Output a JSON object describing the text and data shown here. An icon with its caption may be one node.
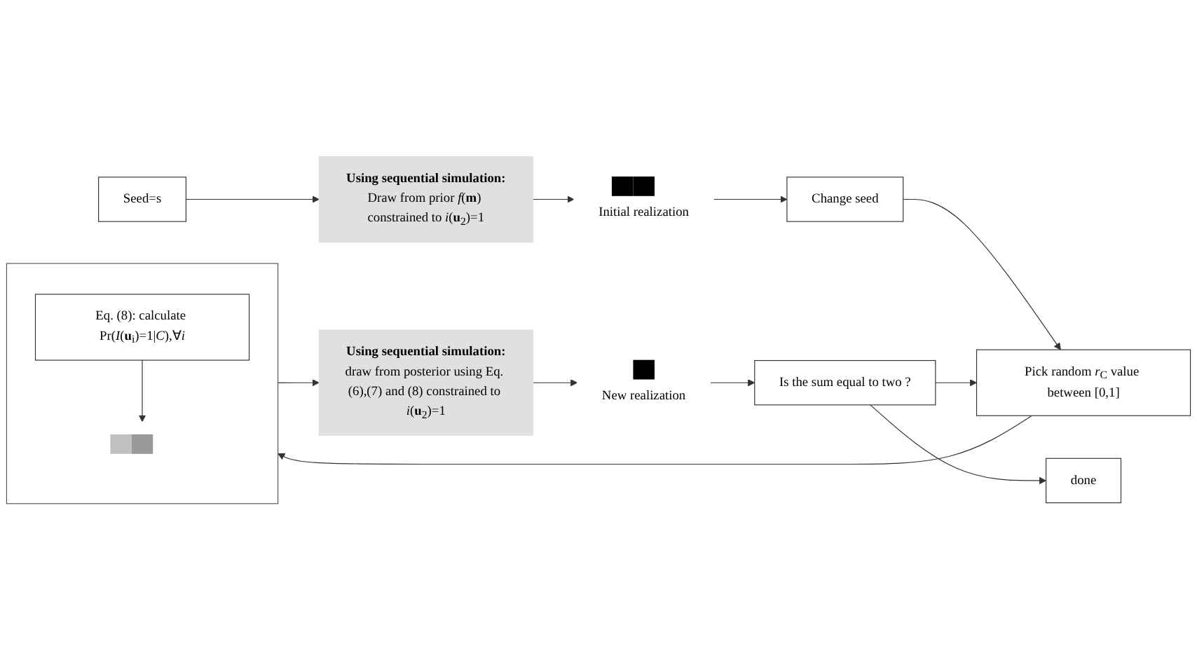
{
  "diagram": {
    "nodes": [
      {
        "text": [
          "Seed=s"
        ]
      },
      {
        "text": [
          "Using sequential simulation:",
          "Draw from prior *f*(**m**) constrained to *i*(**u**$_{2}$)=1"
        ]
      },
      {
        "text": [
          "Initial realization"
        ]
      },
      {
        "text": [
          "Change seed"
        ]
      },
      {
        "text": [
          "Pick random *r*$_{C}$ value between [0,1]"
        ]
      },
      {
        "text": [],
        "shape": "box"
      },
      {
        "text": [
          "Eq. (8): calculate Pr(*I*(**u**$_{i}$)=1|*C*),∀*i*"
        ],
        "in": 5
      },
      {
        "text": [],
        "shape": "picture",
        "in": 5
      },
      {
        "text": [
          "Using sequential simulation:",
          "draw from posterior using Eq. (6),(7) and (8) constrained to *i*(**u**$_{2}$)=1"
        ]
      },
      {
        "text": [
          "New realization"
        ]
      },
      {
        "text": [
          "Is the sum equal to two ?"
        ]
      },
      {
        "text": [
          "done"
        ]
      }
    ],
    "edges": [
      {
        "from": 0,
        "to": 1,
        "arrow": "to"
      },
      {
        "from": 1,
        "to": 2,
        "arrow": "to"
      },
      {
        "from": 2,
        "to": 3,
        "arrow": "to"
      },
      {
        "from": 3,
        "to": 4,
        "arrow": "to"
      },
      {
        "from": 4,
        "to": 5,
        "arrow": "to"
      },
      {
        "from": 6,
        "to": 7,
        "arrow": "to"
      },
      {
        "from": 5,
        "to": 8,
        "arrow": "to"
      },
      {
        "from": 8,
        "to": 9,
        "arrow": "to"
      },
      {
        "from": 9,
        "to": 10,
        "arrow": "to"
      },
      {
        "from": 10,
        "to": 4,
        "arrow": "to"
      },
      {
        "from": 10,
        "to": 11,
        "arrow": "to"
      }
    ]
  }
}
